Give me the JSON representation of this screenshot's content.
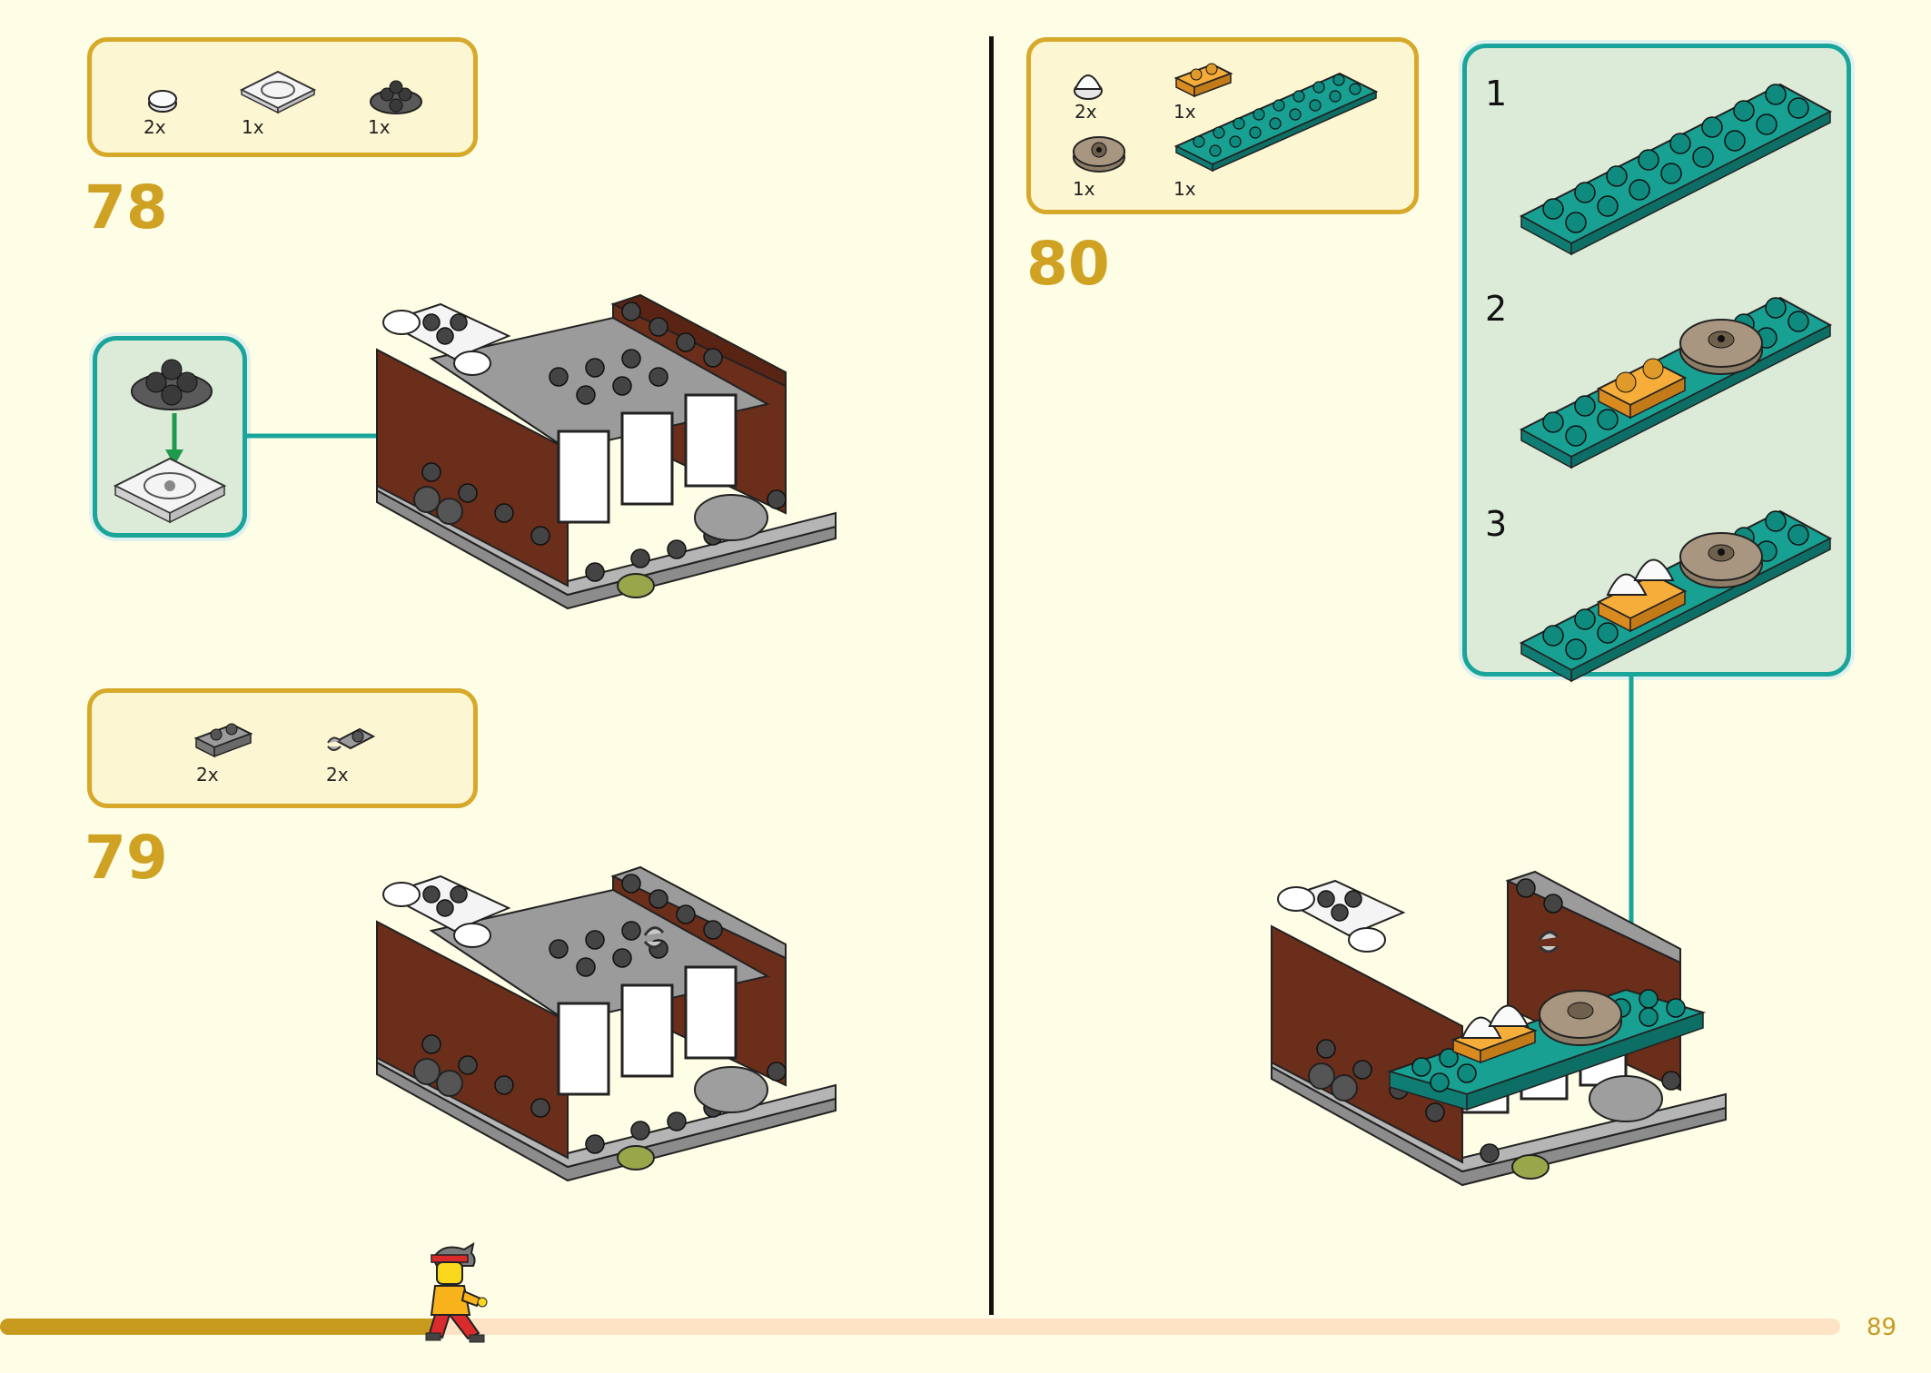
{
  "page_number": "89",
  "steps": [
    {
      "number": "78",
      "parts": [
        {
          "qty": "2x",
          "part": "white-round-tile-icon"
        },
        {
          "qty": "1x",
          "part": "white-turntable-plate-icon"
        },
        {
          "qty": "1x",
          "part": "gray-round-plate-icon"
        }
      ]
    },
    {
      "number": "79",
      "parts": [
        {
          "qty": "2x",
          "part": "gray-plate-1x2-icon"
        },
        {
          "qty": "2x",
          "part": "gray-clip-plate-icon"
        }
      ]
    },
    {
      "number": "80",
      "parts": [
        {
          "qty": "2x",
          "part": "white-dumpling-icon"
        },
        {
          "qty": "1x",
          "part": "orange-plate-1x2-icon"
        },
        {
          "qty": "1x",
          "part": "tan-round-plate-icon"
        },
        {
          "qty": "1x",
          "part": "teal-plate-2x8-icon"
        }
      ],
      "substeps": [
        "1",
        "2",
        "3"
      ]
    }
  ],
  "colors": {
    "background": "#fefde6",
    "accent": "#d6a92a",
    "callout": "#1aa59b",
    "teal_brick": "#16998f",
    "brown_brick": "#6b2e1a",
    "gray_brick": "#9b9b9b",
    "progress": "#c89a1e",
    "progress_track": "#fde3c4"
  },
  "progress": {
    "fraction": 0.24
  }
}
